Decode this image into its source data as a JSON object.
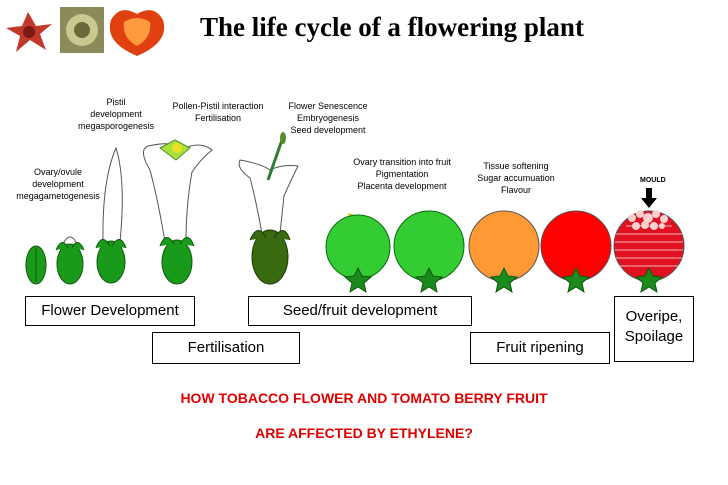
{
  "title": "The life cycle of a flowering plant",
  "annotations": {
    "ovary": "Ovary/ovule\ndevelopment\nmegagametogenesis",
    "pistil": "Pistil\ndevelopment\nmegasporogenesis",
    "pollen": "Pollen-Pistil interaction\nFertilisation",
    "senescence": "Flower Senescence\nEmbryogenesis\nSeed development",
    "transition": "Ovary  transition into fruit\nPigmentation\nPlacenta development",
    "softening": "Tissue softening\nSugar accumuation\nFlavour",
    "mould": "MOULD"
  },
  "stages": {
    "flower_development": "Flower Development",
    "fertilisation": "Fertilisation",
    "seed_fruit": "Seed/fruit development",
    "fruit_ripening": "Fruit ripening",
    "overipe": "Overipe,\nSpoilage"
  },
  "question": {
    "line1": "HOW TOBACCO FLOWER AND TOMATO BERRY FRUIT",
    "line2": "ARE AFFECTED BY ETHYLENE?"
  },
  "colors": {
    "bud_green": "#1a9a1a",
    "dark_green": "#3a6a10",
    "fruit_light_green": "#33cc33",
    "fruit_orange": "#ff9933",
    "fruit_red": "#ff0000",
    "spoiled_red": "#e01020",
    "question_red": "#e00000"
  }
}
